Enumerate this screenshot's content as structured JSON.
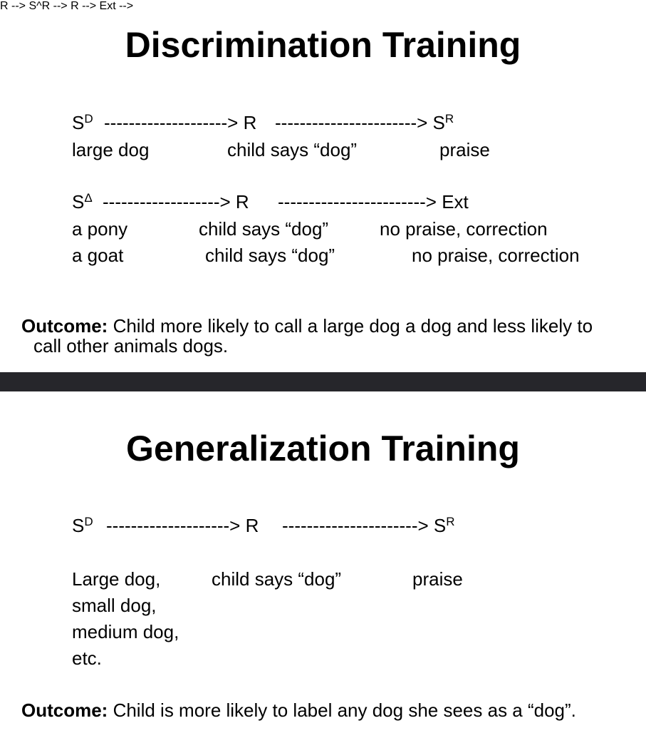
{
  "discrimination": {
    "title": "Discrimination Training",
    "row1": {
      "s": "S",
      "s_sup": "D",
      "arrow1": "--------------------> R",
      "arrow2": "-----------------------> S",
      "arrow2_sup": "R"
    },
    "row1_labels": [
      "large dog",
      "child says “dog”",
      "praise"
    ],
    "row2": {
      "s": "S",
      "s_sup": "Δ",
      "arrow1": "-------------------> R",
      "arrow2": "------------------------> Ext"
    },
    "row2_labels": [
      "a pony",
      "child says “dog”",
      "no praise, correction"
    ],
    "row3_labels": [
      "a goat",
      "child says “dog”",
      "no praise, correction"
    ],
    "outcome_label": "Outcome:",
    "outcome_text": " Child more likely to call a large dog a dog and less likely to",
    "outcome_text_2": "call other animals dogs."
  },
  "generalization": {
    "title": "Generalization Training",
    "row1": {
      "s": "S",
      "s_sup": "D",
      "arrow1": "--------------------> R",
      "arrow2": "----------------------> S",
      "arrow2_sup": "R"
    },
    "stimuli": [
      "Large dog,",
      "small dog,",
      "medium dog,",
      "etc."
    ],
    "response": "child says “dog”",
    "consequence": "praise",
    "outcome_label": "Outcome:",
    "outcome_text": " Child is more likely to label any dog she sees as a “dog”."
  }
}
